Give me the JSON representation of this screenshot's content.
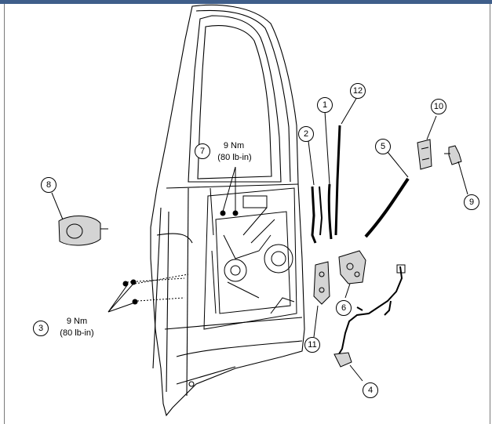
{
  "callouts": {
    "c1": "1",
    "c2": "2",
    "c3": "3",
    "c4": "4",
    "c5": "5",
    "c6": "6",
    "c7": "7",
    "c8": "8",
    "c9": "9",
    "c10": "10",
    "c11": "11",
    "c12": "12"
  },
  "torque": {
    "upper_value": "9 Nm",
    "upper_alt": "(80 lb-in)",
    "lower_value": "9 Nm",
    "lower_alt": "(80 lb-in)"
  },
  "colors": {
    "topbar": "#3f5e8a",
    "line": "#000000",
    "part_fill": "#d4d4d4"
  }
}
